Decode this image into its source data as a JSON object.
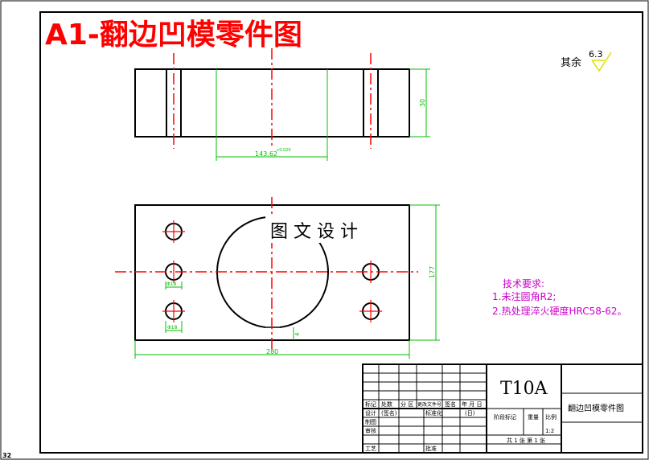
{
  "title": "A1-翻边凹模零件图",
  "surface_finish": {
    "prefix": "其余",
    "value": "6.3"
  },
  "watermark": "图 文 设 计",
  "corner_mark": "32",
  "dimensions": {
    "top_height": "30",
    "top_width": "143.62",
    "top_width_tol": "+0.020",
    "bottom_height": "177",
    "bottom_width": "280",
    "hole_small": "Φ18",
    "hole_small2": "Φ18",
    "depth": "4"
  },
  "tech_requirements": {
    "heading": "技术要求:",
    "items": [
      "1.未注圆角R2;",
      "2.热处理淬火硬度HRC58-62。"
    ]
  },
  "title_block": {
    "material": "T10A",
    "part_name": "翻边凹模零件图",
    "row_labels": [
      "标记",
      "设计",
      "制图",
      "审核",
      "工艺"
    ],
    "col_labels": [
      "处数",
      "分 区",
      "更改文件号",
      "签名",
      "年 月 日"
    ],
    "sign_labels": [
      "(签名)",
      "标准化",
      "(日)"
    ],
    "approval": "批准",
    "stage_label": "阶段标记",
    "weight_label": "重量",
    "scale_label": "比例",
    "scale": "1:2",
    "sheet": "共 1 张 第 1 张"
  },
  "colors": {
    "line": "#000000",
    "center": "#ff0000",
    "dim": "#00c000",
    "title": "#ff0000",
    "note": "#cc00cc"
  }
}
